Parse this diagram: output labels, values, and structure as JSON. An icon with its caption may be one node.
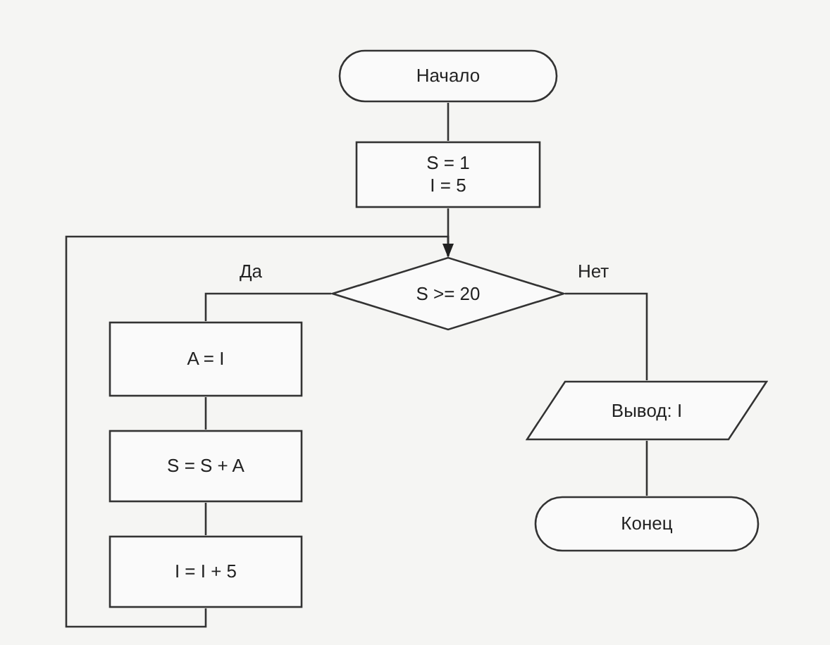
{
  "diagram": {
    "nodes": [
      {
        "text": [
          "Начало"
        ]
      },
      {
        "text": [
          "S = 1",
          "I = 5"
        ]
      },
      {
        "text": [
          "S >= 20"
        ]
      },
      {
        "text": [
          "A = I"
        ]
      },
      {
        "text": [
          "S = S + A"
        ]
      },
      {
        "text": [
          "I = I + 5"
        ]
      },
      {
        "text": [
          "Вывод: I"
        ]
      },
      {
        "text": [
          "Конец"
        ]
      }
    ],
    "edges": [
      {
        "from": 0,
        "to": 1,
        "arrow": "none"
      },
      {
        "from": 1,
        "to": 2,
        "arrow": "none"
      },
      {
        "from": 2,
        "to": 3,
        "arrow": "none",
        "label": "Да"
      },
      {
        "from": 3,
        "to": 4,
        "arrow": "none"
      },
      {
        "from": 4,
        "to": 5,
        "arrow": "none"
      },
      {
        "from": 5,
        "to": 2,
        "arrow": "to"
      },
      {
        "from": 2,
        "to": 6,
        "arrow": "none",
        "label": "Нет"
      },
      {
        "from": 6,
        "to": 7,
        "arrow": "none"
      }
    ]
  }
}
